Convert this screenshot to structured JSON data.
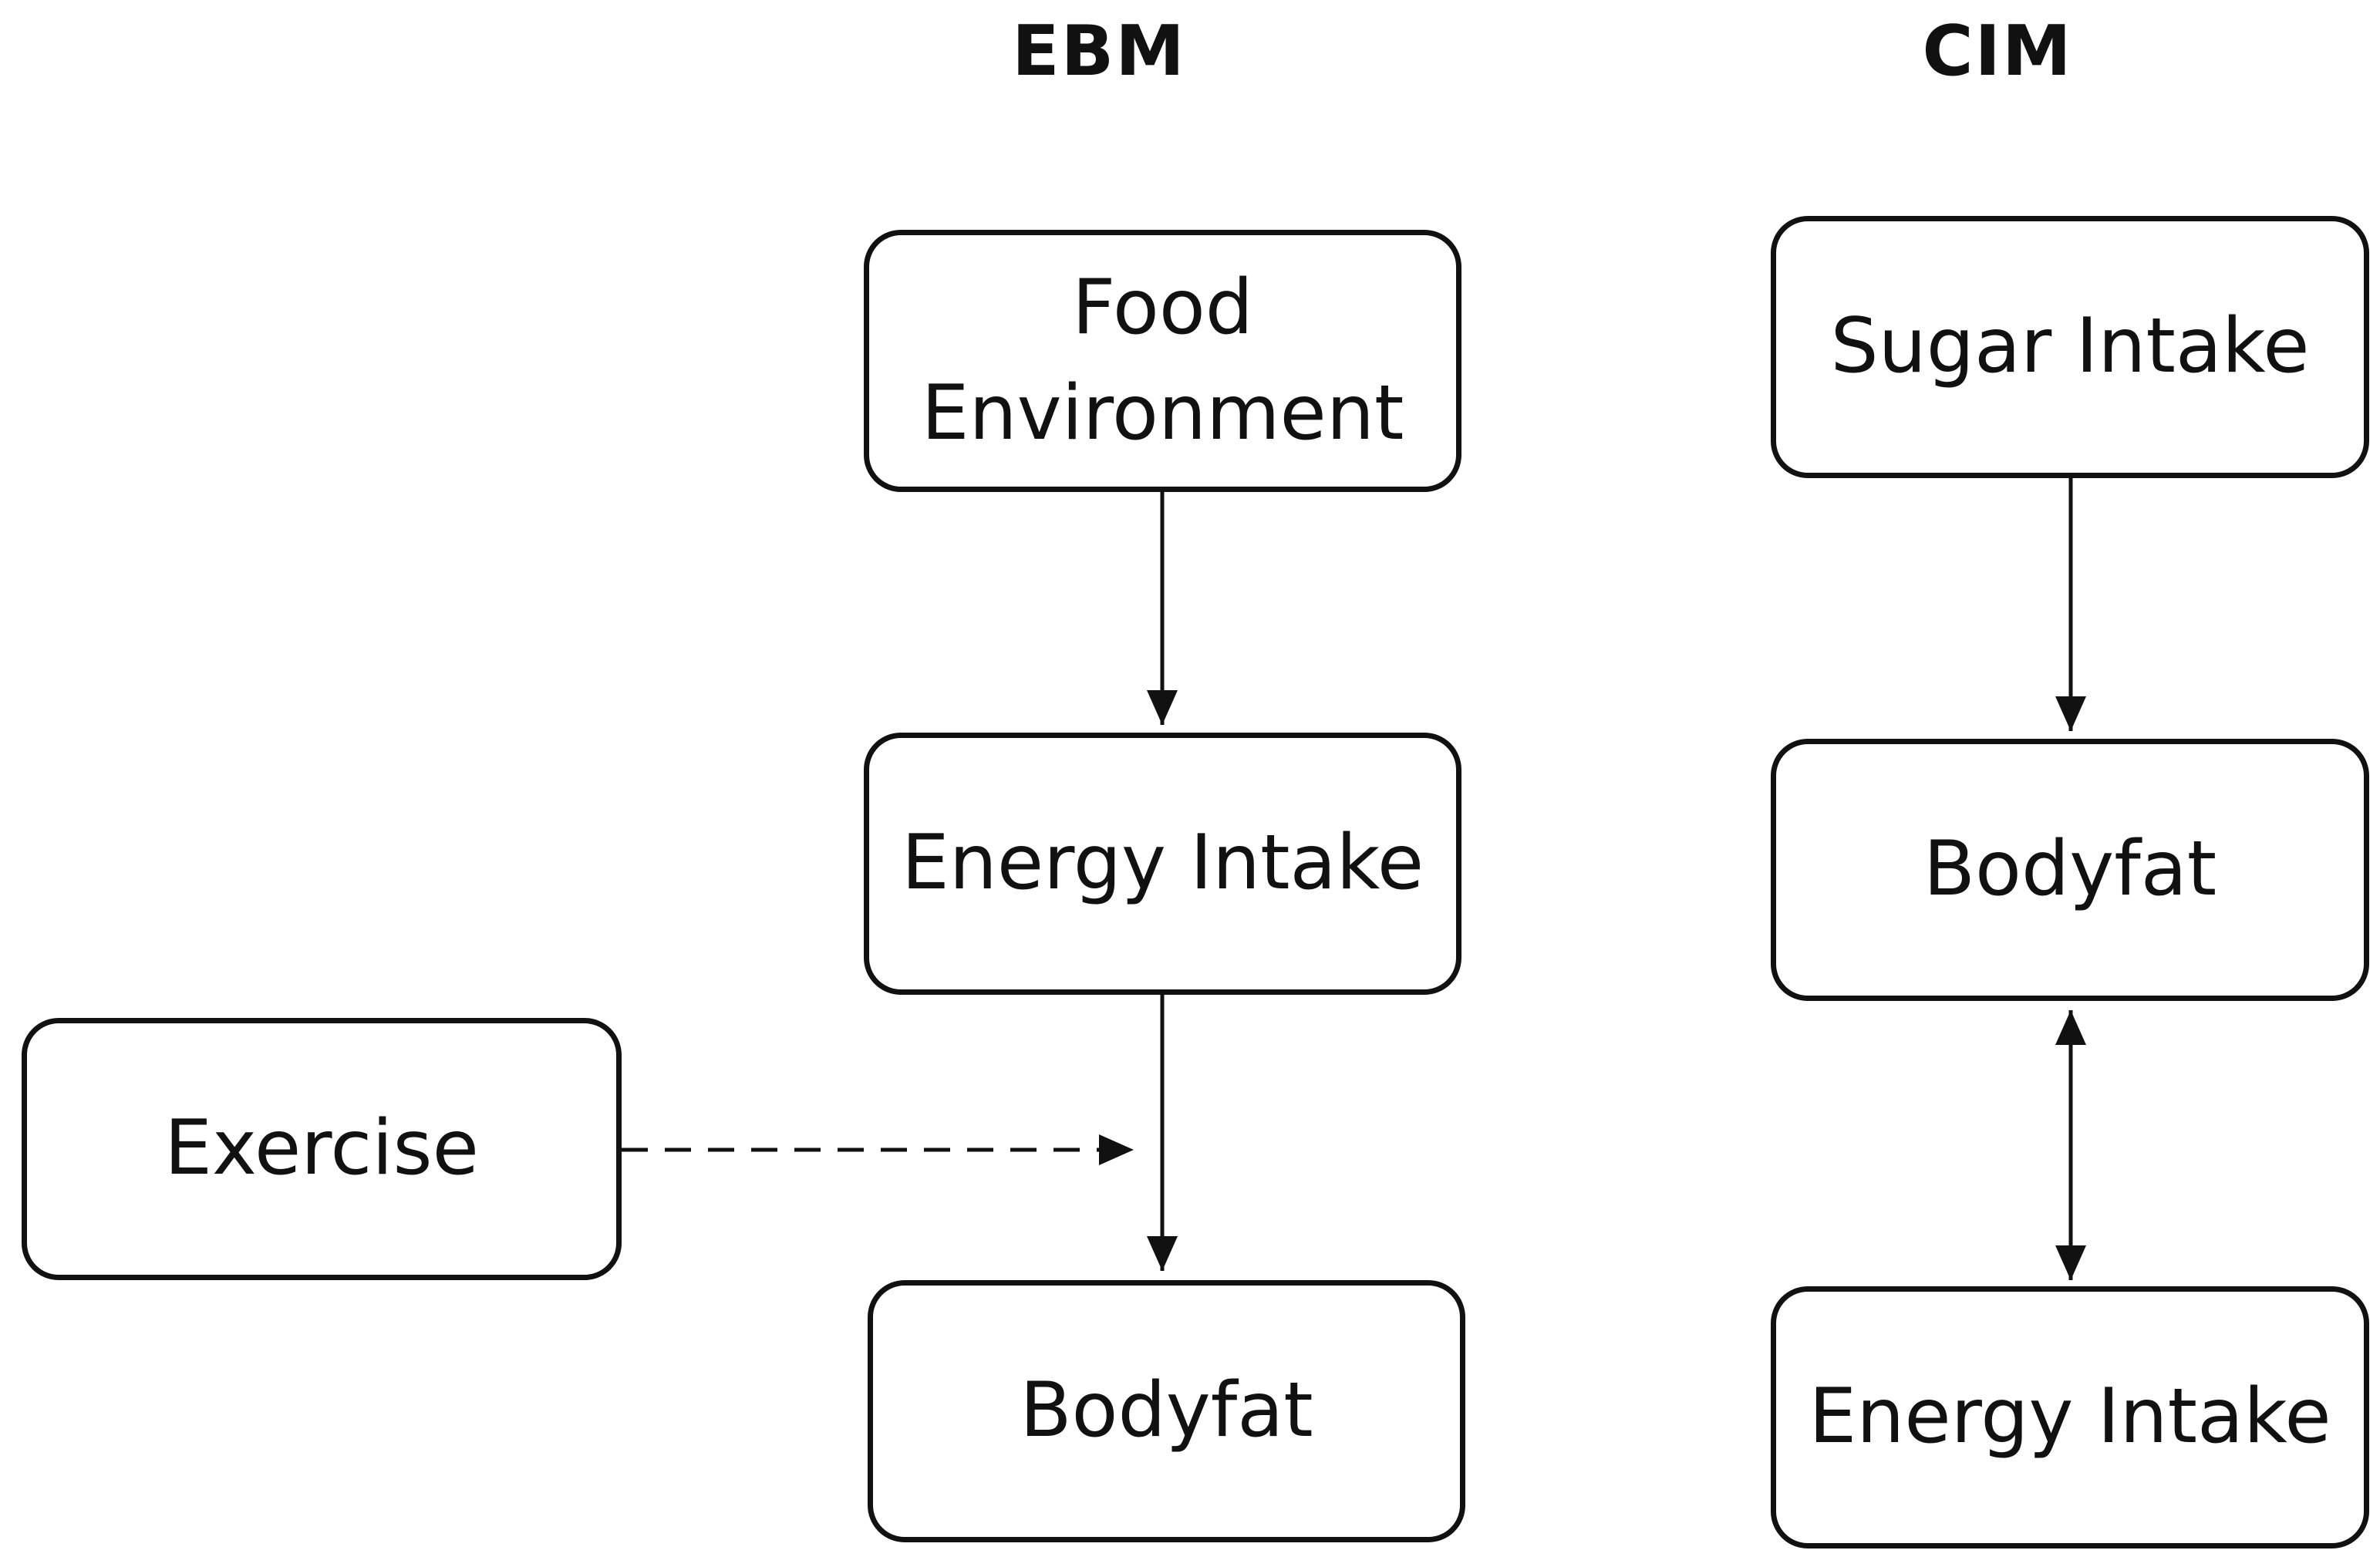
{
  "headings": {
    "ebm": "EBM",
    "cim": "CIM"
  },
  "ebm": {
    "food_environment": {
      "line1": "Food",
      "line2": "Environment"
    },
    "energy_intake": "Energy Intake",
    "bodyfat": "Bodyfat",
    "exercise": "Exercise"
  },
  "cim": {
    "sugar_intake": "Sugar Intake",
    "bodyfat": "Bodyfat",
    "energy_intake": "Energy Intake"
  },
  "colors": {
    "stroke": "#111111",
    "background": "#ffffff"
  },
  "edges": [
    {
      "from": "Food Environment",
      "to": "Energy Intake",
      "style": "solid",
      "direction": "forward"
    },
    {
      "from": "Energy Intake",
      "to": "Bodyfat",
      "style": "solid",
      "direction": "forward"
    },
    {
      "from": "Exercise",
      "to": "Energy Intake → Bodyfat link",
      "style": "dashed",
      "direction": "forward"
    },
    {
      "from": "Sugar Intake",
      "to": "Bodyfat",
      "style": "solid",
      "direction": "forward"
    },
    {
      "from": "Bodyfat",
      "to": "Energy Intake",
      "style": "solid",
      "direction": "bidirectional"
    }
  ]
}
